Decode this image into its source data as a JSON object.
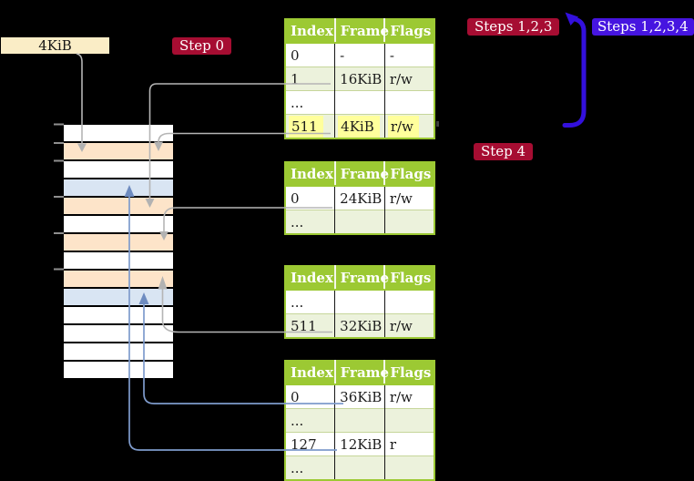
{
  "colors": {
    "green": "#9cc933",
    "rowgreen": "#ecf2dc",
    "peach": "#fde4c9",
    "lblue": "#d9e5f3",
    "cream": "#faedc6",
    "crimson": "#a60d32",
    "violet": "#4615e0",
    "violetarrow": "#3310dd",
    "hl": "#ffff9c",
    "grayline": "#b5b5b5",
    "blueline": "#7e9bcc"
  },
  "labels": {
    "l4_address": "4KiB",
    "step0": "Step 0",
    "steps123": "Steps 1,2,3",
    "steps1234": "Steps 1,2,3,4",
    "step4": "Step 4"
  },
  "tables": [
    {
      "columns": [
        "Index",
        "Frame",
        "Flags"
      ],
      "rows": [
        {
          "index": "0",
          "frame": "-",
          "flags": "-",
          "shaded": false,
          "highlight": false
        },
        {
          "index": "1",
          "frame": "16KiB",
          "flags": "r/w",
          "shaded": true,
          "highlight": false
        },
        {
          "index": "...",
          "frame": "",
          "flags": "",
          "shaded": false,
          "highlight": false
        },
        {
          "index": "511",
          "frame": "4KiB",
          "flags": "r/w",
          "shaded": true,
          "highlight": true
        }
      ]
    },
    {
      "columns": [
        "Index",
        "Frame",
        "Flags"
      ],
      "rows": [
        {
          "index": "0",
          "frame": "24KiB",
          "flags": "r/w",
          "shaded": false,
          "highlight": false
        },
        {
          "index": "...",
          "frame": "",
          "flags": "",
          "shaded": true,
          "highlight": false
        }
      ]
    },
    {
      "columns": [
        "Index",
        "Frame",
        "Flags"
      ],
      "rows": [
        {
          "index": "...",
          "frame": "",
          "flags": "",
          "shaded": false,
          "highlight": false
        },
        {
          "index": "511",
          "frame": "32KiB",
          "flags": "r/w",
          "shaded": true,
          "highlight": false
        }
      ]
    },
    {
      "columns": [
        "Index",
        "Frame",
        "Flags"
      ],
      "rows": [
        {
          "index": "0",
          "frame": "36KiB",
          "flags": "r/w",
          "shaded": false,
          "highlight": false
        },
        {
          "index": "...",
          "frame": "",
          "flags": "",
          "shaded": true,
          "highlight": false
        },
        {
          "index": "127",
          "frame": "12KiB",
          "flags": "r",
          "shaded": false,
          "highlight": false
        },
        {
          "index": "...",
          "frame": "",
          "flags": "",
          "shaded": true,
          "highlight": false
        }
      ]
    }
  ],
  "memory_strip": {
    "row_colors": [
      "white",
      "peach",
      "white",
      "blue",
      "peach",
      "white",
      "peach",
      "white",
      "peach",
      "blue",
      "white",
      "white",
      "white",
      "white"
    ]
  }
}
